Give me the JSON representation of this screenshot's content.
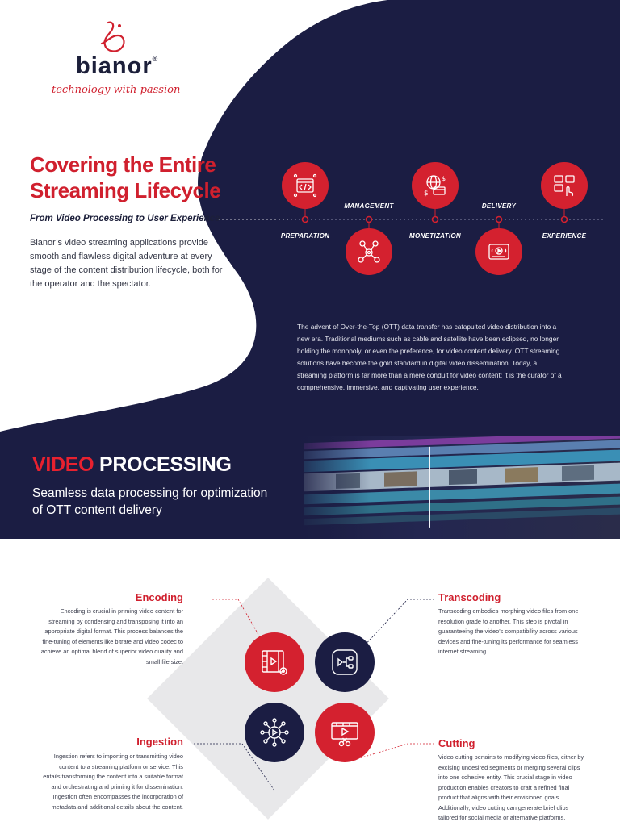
{
  "brand": {
    "name": "bianor",
    "registered": "®",
    "tagline": "technology with passion",
    "color_red": "#d4212f",
    "color_navy": "#1b1d43"
  },
  "hero": {
    "title": "Covering the Entire Streaming Lifecycle",
    "subtitle": "From Video Processing to User Experience",
    "intro": "Bianor’s video streaming applications provide smooth and flawless digital adventure at every stage of the content distribution lifecycle, both for the operator and the spectator."
  },
  "lifecycle": {
    "stages": [
      {
        "label": "PREPARATION",
        "icon": "code-window-icon"
      },
      {
        "label": "MANAGEMENT",
        "icon": "workflow-gear-icon"
      },
      {
        "label": "MONETIZATION",
        "icon": "globe-money-icon"
      },
      {
        "label": "DELIVERY",
        "icon": "video-player-icon"
      },
      {
        "label": "EXPERIENCE",
        "icon": "touch-screens-icon"
      }
    ]
  },
  "ott": {
    "text": "The advent of Over-the-Top (OTT) data transfer has catapulted video distribution into a new era. Traditional mediums such as cable and satellite have been eclipsed, no longer holding the monopoly, or even the preference, for video content delivery. OTT streaming solutions have become the gold standard in digital video dissemination. Today, a streaming platform is far more than a mere conduit for video content; it is the curator of a comprehensive, immersive, and captivating user experience."
  },
  "video_processing": {
    "title_red": "VIDEO",
    "title_white": "PROCESSING",
    "subtitle": "Seamless data processing for optimization of OTT content delivery"
  },
  "processes": {
    "encoding": {
      "title": "Encoding",
      "text": "Encoding is crucial in priming video content for streaming by condensing and transposing it into an appropriate digital format. This process balances the fine-tuning of elements like bitrate and video codec to achieve an optimal blend of superior video quality and small file size.",
      "icon": "film-gear-icon"
    },
    "transcoding": {
      "title": "Transcoding",
      "text": "Transcoding embodies morphing video files from one resolution grade to another. This step is pivotal in guaranteeing the video's compatibility across various devices and fine-tuning its performance for seamless internet streaming.",
      "icon": "flow-nodes-icon"
    },
    "ingestion": {
      "title": "Ingestion",
      "text": "Ingestion refers to importing or transmitting video content to a streaming platform or service. This entails transforming the content into a suitable format and orchestrating and priming it for dissemination. Ingestion often encompasses the incorporation of metadata and additional details about the content.",
      "icon": "play-network-icon"
    },
    "cutting": {
      "title": "Cutting",
      "text": "Video cutting pertains to modifying video files, either by excising undesired segments or merging several clips into one cohesive entity. This crucial stage in video production enables creators to craft a refined final product that aligns with their envisioned goals. Additionally, video cutting can generate brief clips tailored for social media or alternative platforms.",
      "icon": "film-scissors-icon"
    }
  }
}
